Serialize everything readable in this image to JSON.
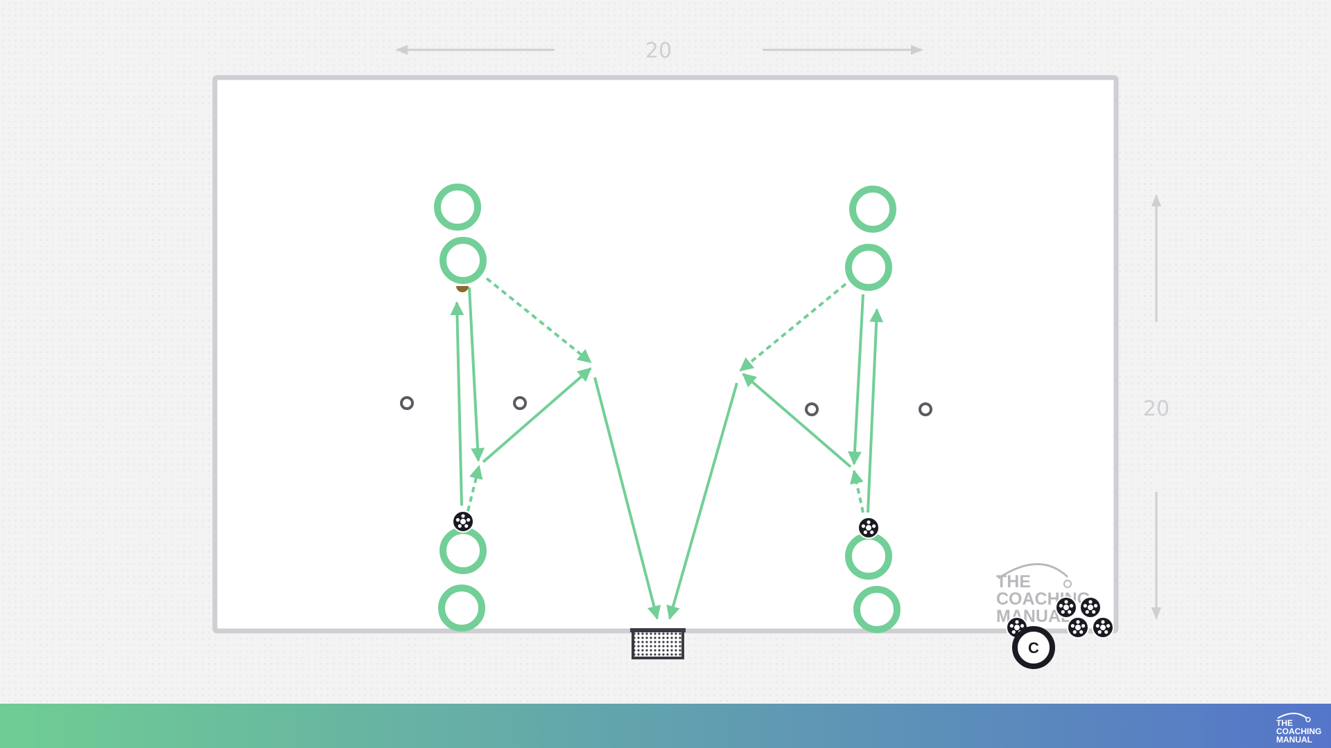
{
  "diagram": {
    "field_width_label": "20",
    "field_height_label": "20"
  },
  "watermark": {
    "lines": [
      "THE",
      "COACHING",
      "MANUAL"
    ],
    "coach_badge": "C"
  },
  "footer": {
    "logo_lines": [
      "THE",
      "COACHING",
      "MANUAL"
    ]
  },
  "colors": {
    "player": "#72cf97",
    "pass": "#72cf97",
    "field_border": "#cfcfd3",
    "cone": "#5a5a60",
    "ball": "#1a1a22",
    "footer_gradient_start": "#6fcd93",
    "footer_gradient_end": "#5575c9"
  },
  "icons": [
    "player-ring-icon",
    "ball-icon",
    "cone-icon",
    "goal-icon",
    "coach-icon",
    "arrow-icon"
  ]
}
